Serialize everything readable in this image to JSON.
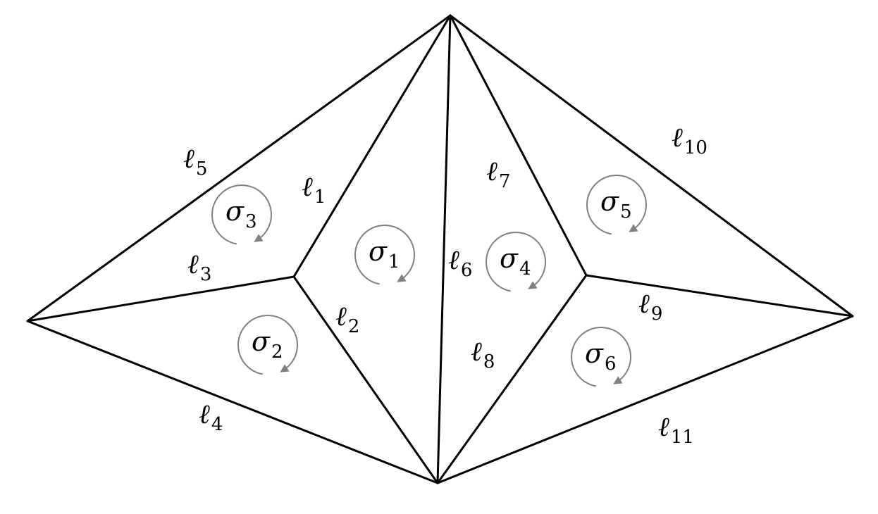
{
  "colors": {
    "edge": "#000000",
    "orientation_arrow": "#808080",
    "background": "#ffffff"
  },
  "edges": [
    {
      "id": "l1",
      "symbol": "ℓ",
      "index": "1"
    },
    {
      "id": "l2",
      "symbol": "ℓ",
      "index": "2"
    },
    {
      "id": "l3",
      "symbol": "ℓ",
      "index": "3"
    },
    {
      "id": "l4",
      "symbol": "ℓ",
      "index": "4"
    },
    {
      "id": "l5",
      "symbol": "ℓ",
      "index": "5"
    },
    {
      "id": "l6",
      "symbol": "ℓ",
      "index": "6"
    },
    {
      "id": "l7",
      "symbol": "ℓ",
      "index": "7"
    },
    {
      "id": "l8",
      "symbol": "ℓ",
      "index": "8"
    },
    {
      "id": "l9",
      "symbol": "ℓ",
      "index": "9"
    },
    {
      "id": "l10",
      "symbol": "ℓ",
      "index": "10"
    },
    {
      "id": "l11",
      "symbol": "ℓ",
      "index": "11"
    }
  ],
  "faces": [
    {
      "id": "s1",
      "symbol": "σ",
      "index": "1",
      "orientation": "clockwise"
    },
    {
      "id": "s2",
      "symbol": "σ",
      "index": "2",
      "orientation": "clockwise"
    },
    {
      "id": "s3",
      "symbol": "σ",
      "index": "3",
      "orientation": "clockwise"
    },
    {
      "id": "s4",
      "symbol": "σ",
      "index": "4",
      "orientation": "clockwise"
    },
    {
      "id": "s5",
      "symbol": "σ",
      "index": "5",
      "orientation": "clockwise"
    },
    {
      "id": "s6",
      "symbol": "σ",
      "index": "6",
      "orientation": "clockwise"
    }
  ]
}
